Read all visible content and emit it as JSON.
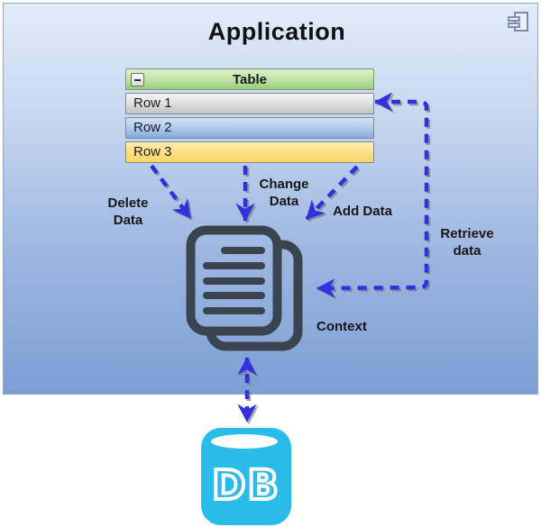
{
  "app": {
    "title": "Application"
  },
  "table": {
    "title": "Table",
    "rows": [
      "Row 1",
      "Row 2",
      "Row 3"
    ]
  },
  "labels": {
    "delete": "Delete\nData",
    "change": "Change\nData",
    "add": "Add Data",
    "retrieve": "Retrieve\ndata",
    "context": "Context"
  },
  "db": {
    "label": "DB"
  },
  "icons": {
    "collapse": "minus-icon",
    "component": "uml-component-icon",
    "context": "stacked-documents-icon",
    "database": "cylinder-icon"
  },
  "colors": {
    "arrow_blue": "#3030e0",
    "doc_dark": "#3a4450",
    "db_cyan": "#29bce8",
    "header_green": "#98cc80",
    "row_gray": "#c2c2c4",
    "row_blue": "#84aadc",
    "row_yellow": "#fbd666",
    "box_top": "#e2ecfa",
    "box_bottom": "#7c9ed3"
  }
}
